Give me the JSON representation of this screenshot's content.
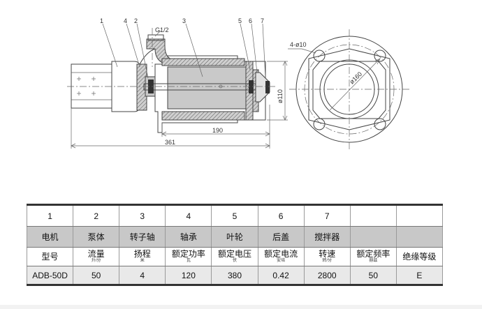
{
  "drawing": {
    "part_numbers": [
      "1",
      "4",
      "2",
      "3",
      "5",
      "6",
      "7"
    ],
    "pipe_thread": "G1/2",
    "hole_spec": "4-ø10",
    "bolt_circle": "ø160",
    "height_dim": "ø110",
    "length_190": "190",
    "length_361": "361"
  },
  "table": {
    "numbers": [
      "1",
      "2",
      "3",
      "4",
      "5",
      "6",
      "7",
      "",
      ""
    ],
    "parts": [
      "电机",
      "泵体",
      "转子轴",
      "轴承",
      "叶轮",
      "后盖",
      "搅拌器",
      "",
      ""
    ],
    "headers": [
      {
        "label": "型号",
        "unit": ""
      },
      {
        "label": "流量",
        "unit": "升/分"
      },
      {
        "label": "扬程",
        "unit": "米"
      },
      {
        "label": "额定功率",
        "unit": "瓦"
      },
      {
        "label": "额定电压",
        "unit": "伏"
      },
      {
        "label": "额定电流",
        "unit": "安培"
      },
      {
        "label": "转速",
        "unit": "转/分"
      },
      {
        "label": "额定频率",
        "unit": "赫兹"
      },
      {
        "label": "绝缘等级",
        "unit": ""
      }
    ],
    "values": [
      "ADB-50D",
      "50",
      "4",
      "120",
      "380",
      "0.42",
      "2800",
      "50",
      "E"
    ]
  }
}
